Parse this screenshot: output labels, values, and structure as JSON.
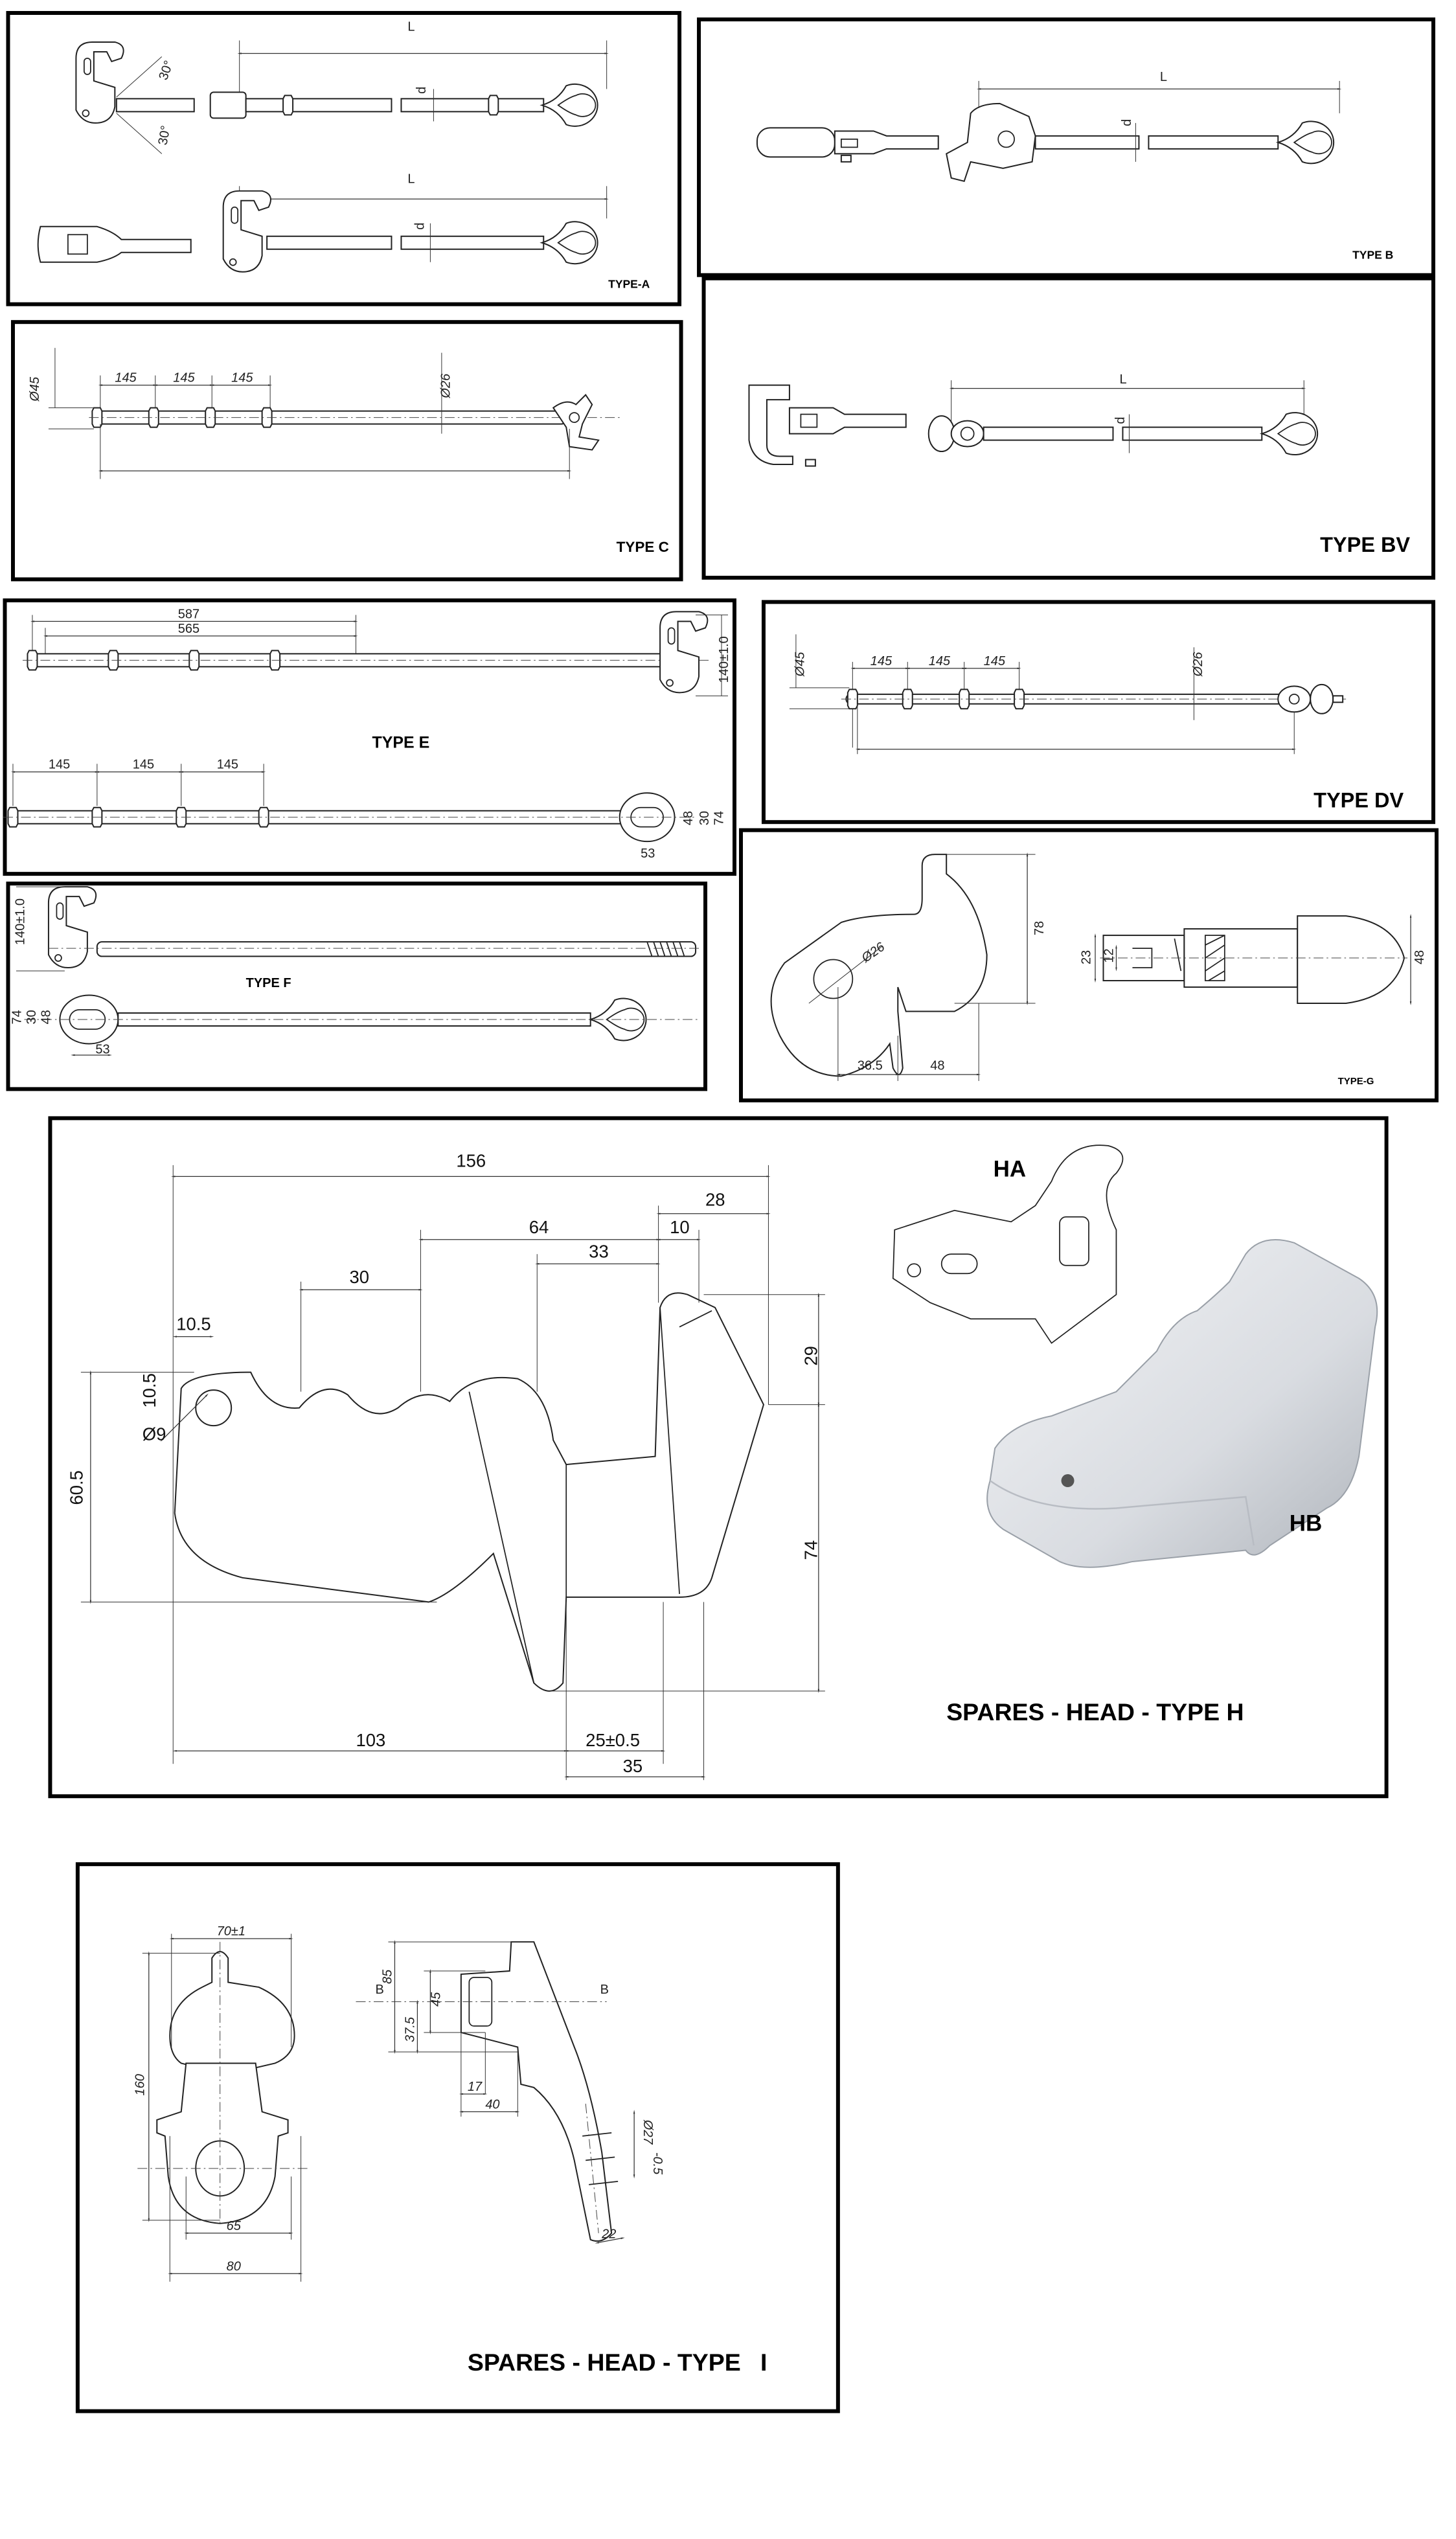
{
  "panels": {
    "type_a": {
      "label": "TYPE-A",
      "length_top": "L",
      "length_bottom": "L",
      "dia_top": "d",
      "dia_bottom": "d",
      "angle_top": "30°",
      "angle_bottom": "30°"
    },
    "type_b": {
      "label": "TYPE B",
      "length": "L",
      "dia": "d"
    },
    "type_c": {
      "label": "TYPE C",
      "dia_end": "Ø45",
      "dia_rod": "Ø26",
      "pitch": [
        "145",
        "145",
        "145"
      ]
    },
    "type_bv": {
      "label": "TYPE BV",
      "length": "L",
      "dia": "d"
    },
    "type_e": {
      "label": "TYPE E",
      "dim_overall": "587",
      "dim_inner": "565",
      "hook_height": "140±1.0",
      "pitch": [
        "145",
        "145",
        "145"
      ],
      "eye_outer": "74",
      "eye_slot": "48",
      "eye_slot_width": "30",
      "eye_length": "53"
    },
    "type_dv": {
      "label": "TYPE DV",
      "dia_end": "Ø45",
      "dia_rod": "Ø26",
      "pitch": [
        "145",
        "145",
        "145"
      ]
    },
    "type_g": {
      "label": "TYPE-G",
      "hole": "Ø26",
      "height": "78",
      "offset": "36.5",
      "width": "48",
      "shank": "23",
      "pin": "12",
      "head": "48"
    },
    "type_f": {
      "label": "TYPE F",
      "hook_height": "140±1.0",
      "eye_outer": "74",
      "eye_slot_width": "30",
      "eye_slot": "48",
      "eye_length": "53"
    },
    "type_h": {
      "title": "SPARES - HEAD - TYPE H",
      "variant_a": "HA",
      "variant_b": "HB",
      "dims": {
        "overall": "156",
        "lip": "28",
        "span": "64",
        "gap": "10",
        "throat": "33",
        "pitch": "30",
        "hole_offset_x": "10.5",
        "hole_offset_y": "10.5",
        "hole": "Ø9",
        "height_left": "60.5",
        "upper": "29",
        "lower": "74",
        "base": "103",
        "stem": "25±0.5",
        "stem_total": "35"
      }
    },
    "type_i": {
      "title": "SPARES - HEAD - TYPE",
      "title_suffix": "I",
      "dims": {
        "top_width": "70±1",
        "height": "160",
        "eye_width": "65",
        "overall_width": "80",
        "side_height": "85",
        "slot_height": "45",
        "axis_height": "37.5",
        "slot_depth": "17",
        "depth": "40",
        "pin_dia": "Ø27",
        "pin_tol": "-0.5",
        "tip": "22",
        "section_left": "B",
        "section_right": "B"
      }
    }
  }
}
